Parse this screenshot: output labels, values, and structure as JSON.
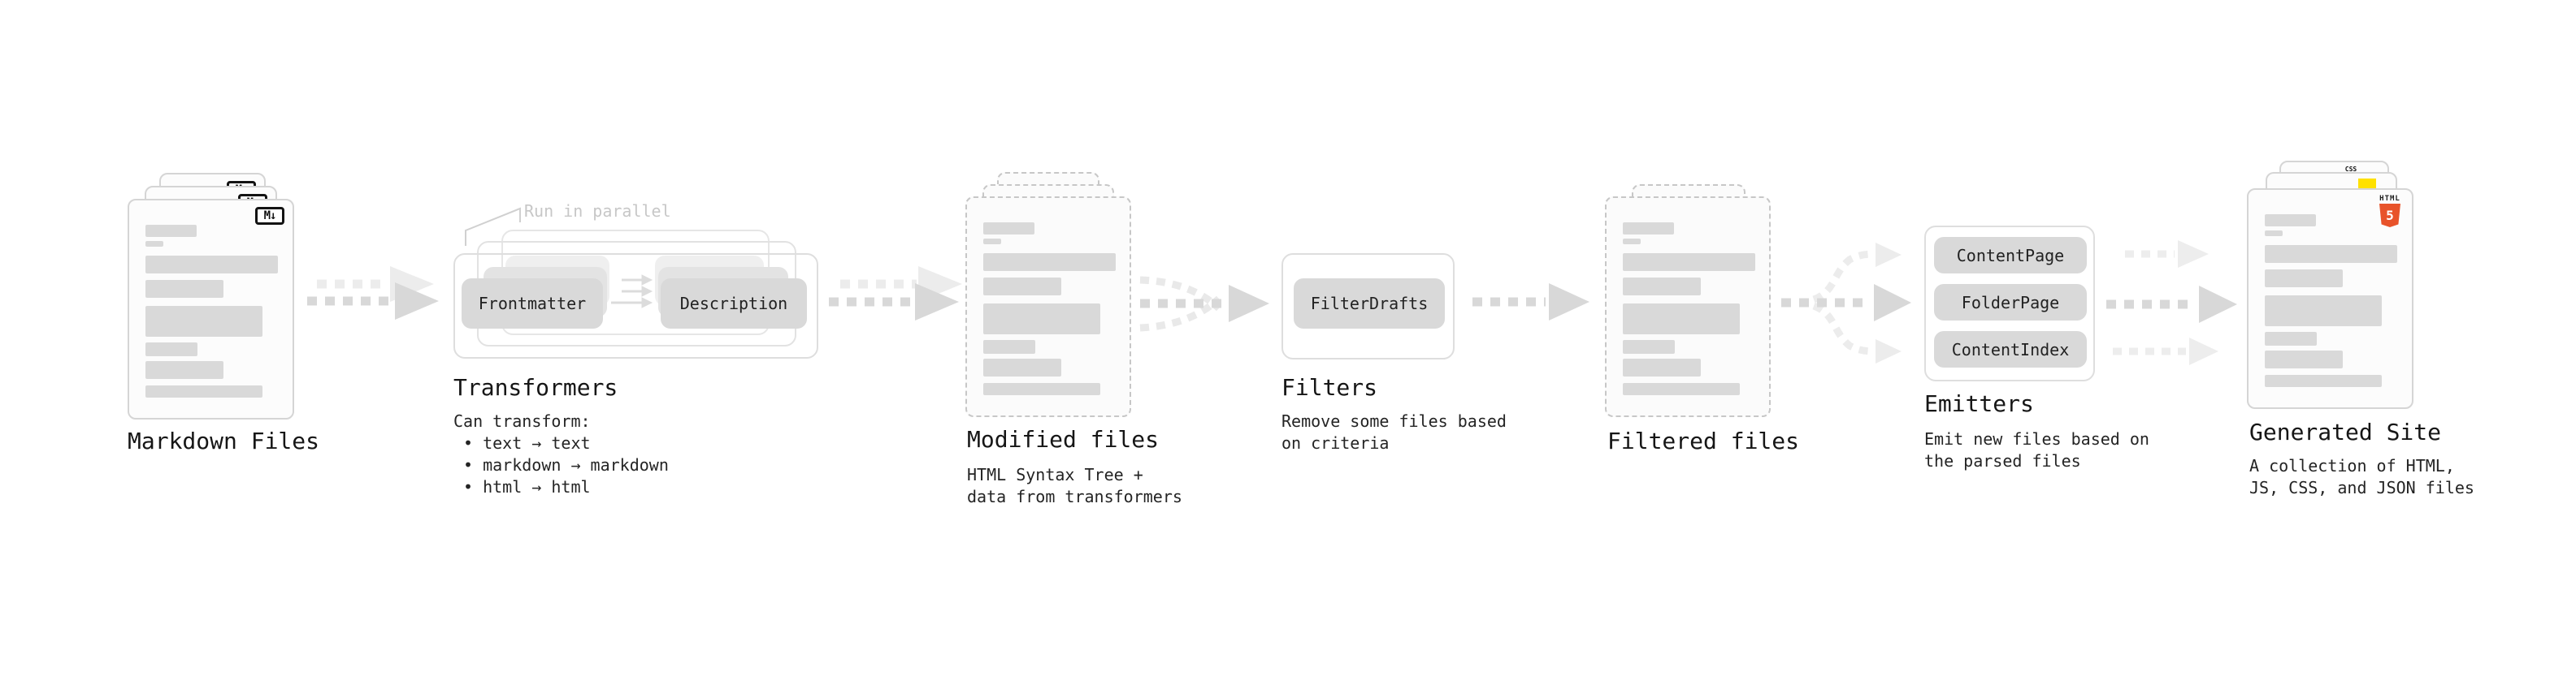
{
  "diagram": {
    "markdown": {
      "label": "Markdown Files"
    },
    "transformers": {
      "heading": "Transformers",
      "annotation": "Run in parallel",
      "node_frontmatter": "Frontmatter",
      "node_description": "Description",
      "intro": "Can transform:",
      "bullets": [
        "• text → text",
        "• markdown → markdown",
        "• html → html"
      ]
    },
    "modified": {
      "label": "Modified files",
      "desc": [
        "HTML Syntax Tree +",
        "data from transformers"
      ]
    },
    "filters": {
      "heading": "Filters",
      "node": "FilterDrafts",
      "desc": [
        "Remove some files based",
        "on criteria"
      ]
    },
    "filtered": {
      "label": "Filtered files"
    },
    "emitters": {
      "heading": "Emitters",
      "nodes": [
        "ContentPage",
        "FolderPage",
        "ContentIndex"
      ],
      "desc": [
        "Emit new files based on",
        "the parsed files"
      ]
    },
    "generated": {
      "label": "Generated Site",
      "desc": [
        "A collection of HTML,",
        "JS, CSS, and JSON files"
      ]
    }
  },
  "icons": {
    "markdown_badge": "M↓",
    "html5_word": "HTML",
    "html5_number": "5",
    "css_badge": "CSS"
  },
  "colors": {
    "arrow_dark": "#d8d8d8",
    "arrow_light": "#ececec",
    "node_fill": "#d9d9d9",
    "card_border": "#d5d5d5",
    "dashed_border": "#c7c7c7",
    "skeleton_bar": "#d9d9d9",
    "annotation_gray": "#c7c7c7",
    "html5_orange": "#e8532a",
    "js_yellow": "#ffe100",
    "css_blue": "#2970f1"
  },
  "skeleton_bars": [
    {
      "t": 30,
      "w": 63,
      "h": 15
    },
    {
      "t": 50,
      "w": 22,
      "h": 7
    },
    {
      "t": 68,
      "w": 163,
      "h": 22
    },
    {
      "t": 98,
      "w": 96,
      "h": 22
    },
    {
      "t": 130,
      "w": 144,
      "h": 38
    },
    {
      "t": 175,
      "w": 64,
      "h": 17
    },
    {
      "t": 198,
      "w": 96,
      "h": 22
    },
    {
      "t": 228,
      "w": 144,
      "h": 15
    }
  ]
}
